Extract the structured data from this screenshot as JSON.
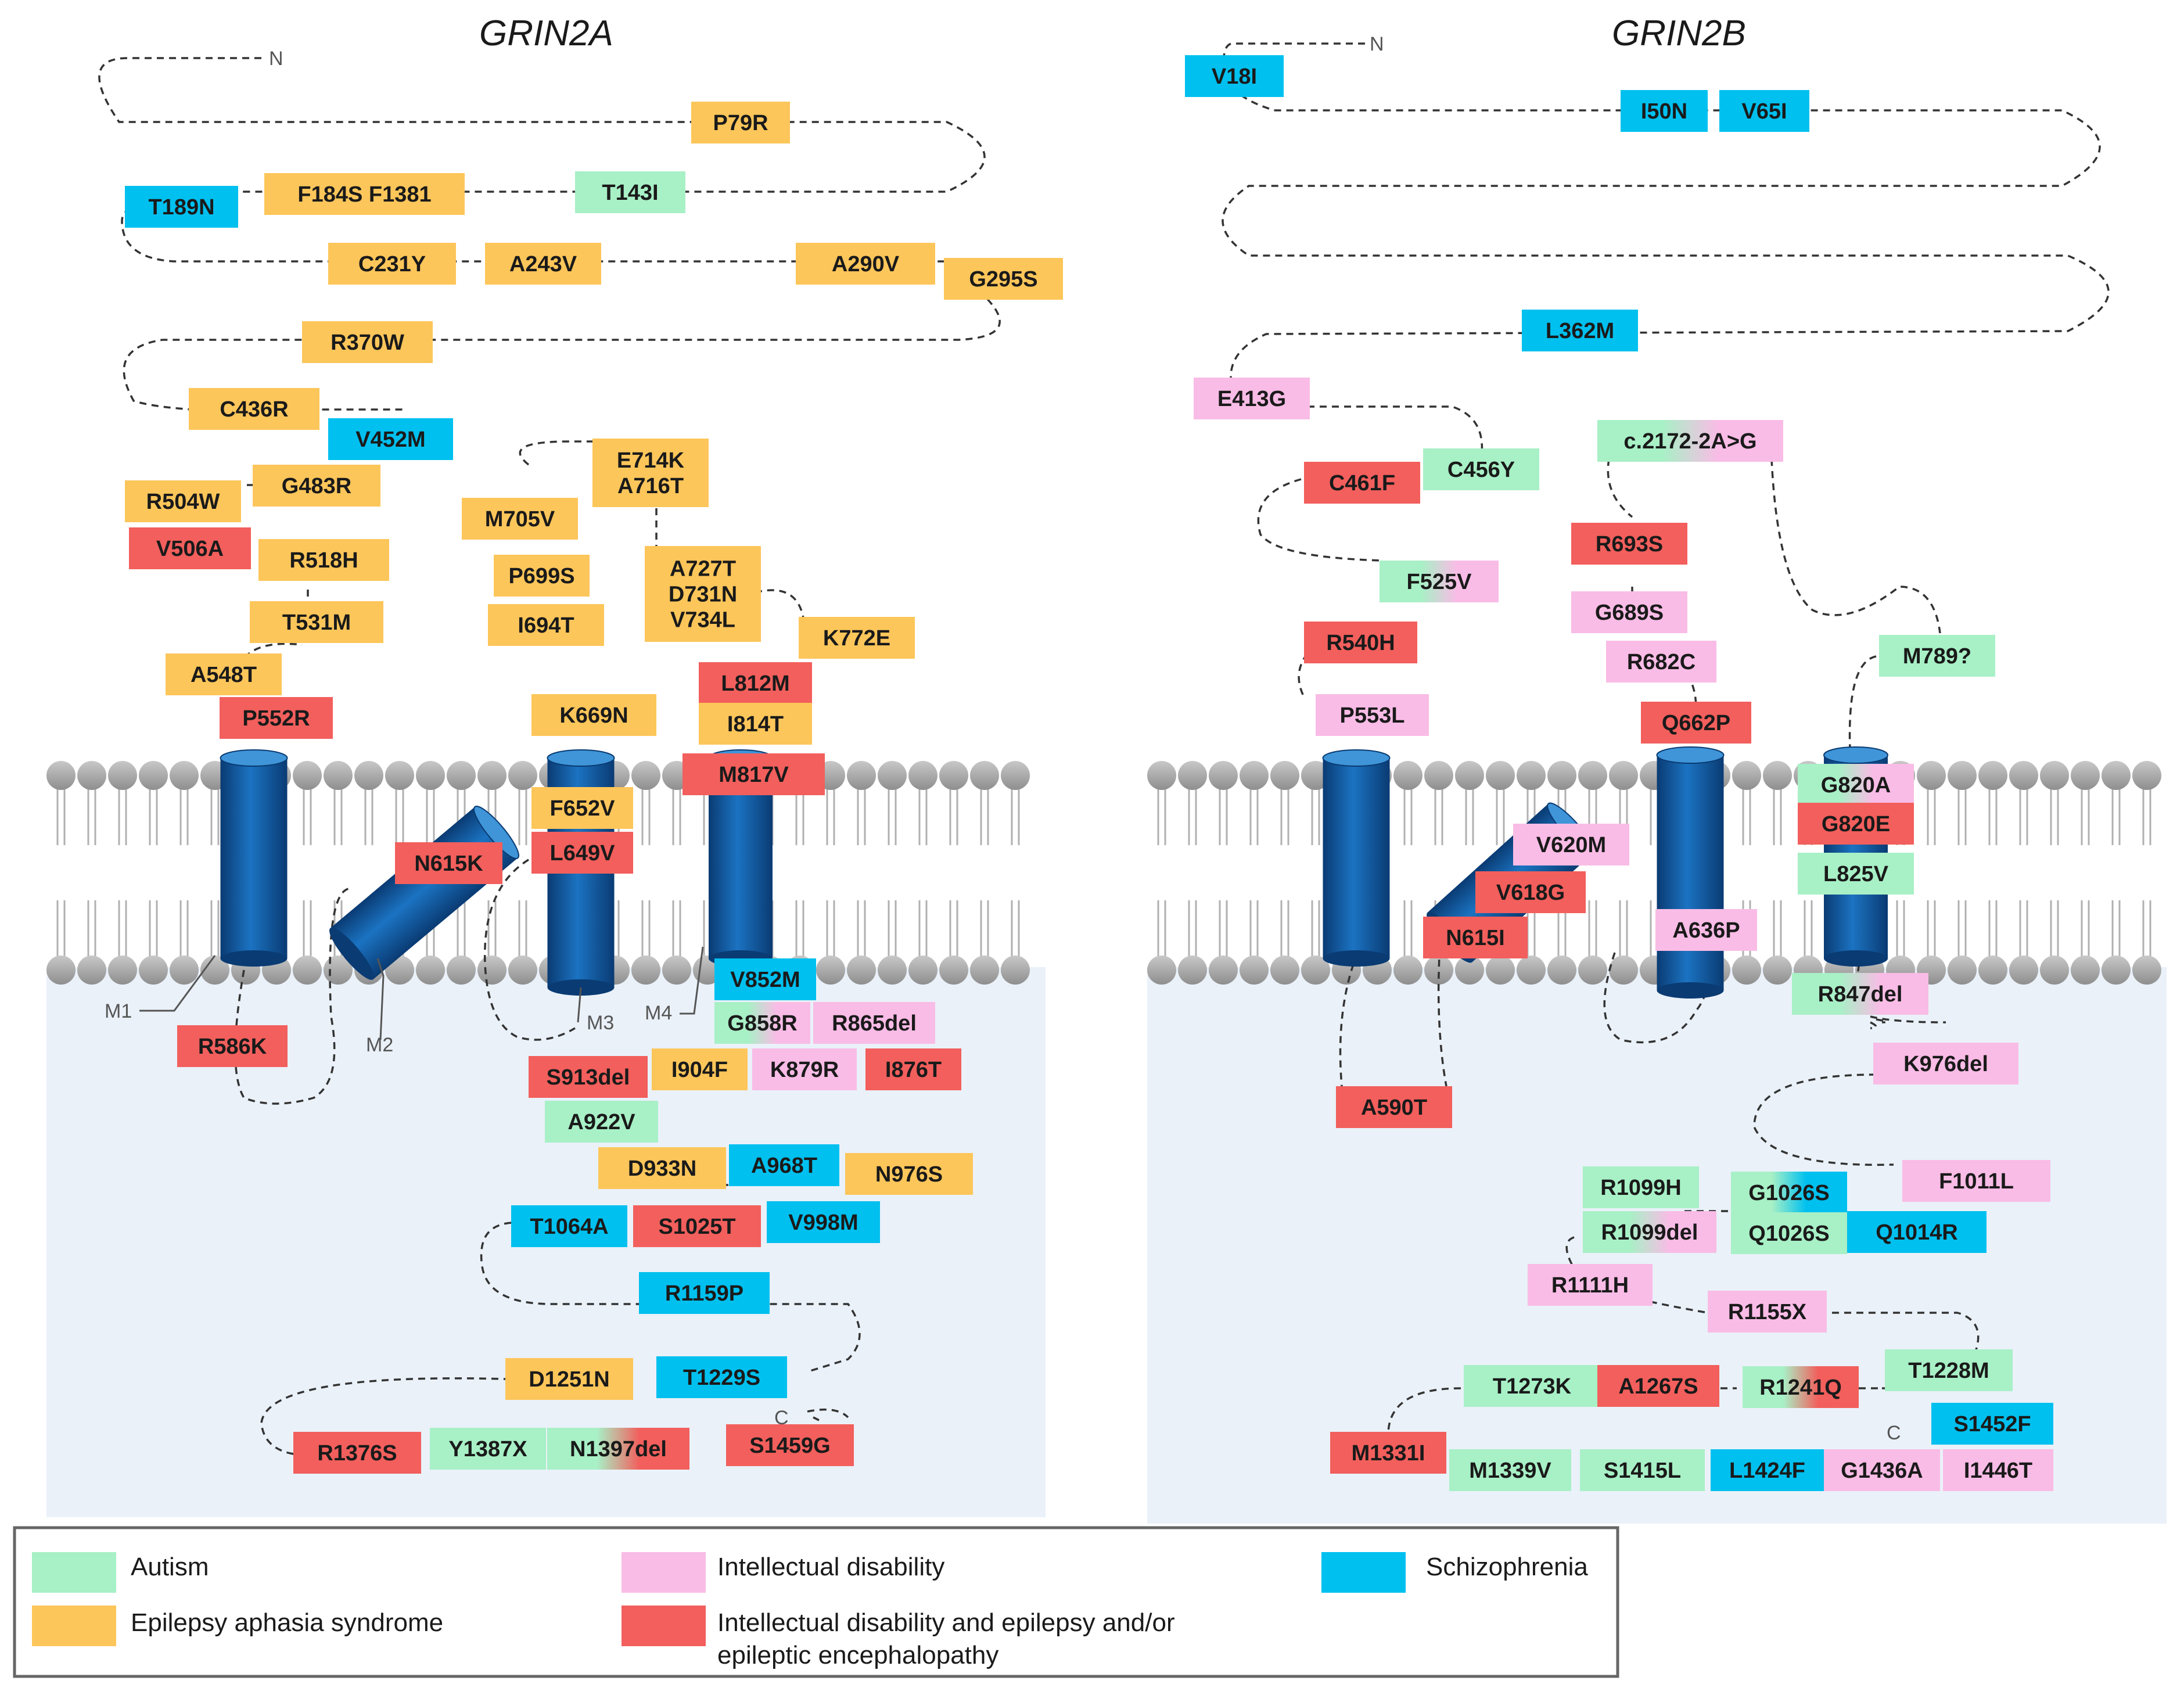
{
  "colors": {
    "autism": "#a8f0c6",
    "epilepsy_aphasia": "#fdc65a",
    "intellectual_disability": "#f9bce6",
    "id_epilepsy": "#f25f5c",
    "schizophrenia": "#00c0ef"
  },
  "panels": {
    "left": {
      "title": "GRIN2A",
      "n_label": "N",
      "c_label": "C",
      "helix_labels": [
        "M1",
        "M2",
        "M3",
        "M4"
      ]
    },
    "right": {
      "title": "GRIN2B",
      "n_label": "N",
      "c_label": "C"
    }
  },
  "variants": [
    {
      "panel": "left",
      "text": "P79R",
      "cat": [
        "epilepsy_aphasia"
      ]
    },
    {
      "panel": "left",
      "text": "T143I",
      "cat": [
        "autism"
      ]
    },
    {
      "panel": "left",
      "text": "F184S F1381",
      "cat": [
        "epilepsy_aphasia"
      ]
    },
    {
      "panel": "left",
      "text": "T189N",
      "cat": [
        "schizophrenia"
      ]
    },
    {
      "panel": "left",
      "text": "C231Y",
      "cat": [
        "epilepsy_aphasia"
      ]
    },
    {
      "panel": "left",
      "text": "A243V",
      "cat": [
        "epilepsy_aphasia"
      ]
    },
    {
      "panel": "left",
      "text": "A290V",
      "cat": [
        "epilepsy_aphasia"
      ]
    },
    {
      "panel": "left",
      "text": "G295S",
      "cat": [
        "epilepsy_aphasia"
      ]
    },
    {
      "panel": "left",
      "text": "R370W",
      "cat": [
        "epilepsy_aphasia"
      ]
    },
    {
      "panel": "left",
      "text": "C436R",
      "cat": [
        "epilepsy_aphasia"
      ]
    },
    {
      "panel": "left",
      "text": "V452M",
      "cat": [
        "schizophrenia"
      ]
    },
    {
      "panel": "left",
      "text": "G483R",
      "cat": [
        "epilepsy_aphasia"
      ]
    },
    {
      "panel": "left",
      "text": "R504W",
      "cat": [
        "epilepsy_aphasia"
      ]
    },
    {
      "panel": "left",
      "text": "V506A",
      "cat": [
        "id_epilepsy"
      ]
    },
    {
      "panel": "left",
      "text": "R518H",
      "cat": [
        "epilepsy_aphasia"
      ]
    },
    {
      "panel": "left",
      "text": "T531M",
      "cat": [
        "epilepsy_aphasia"
      ]
    },
    {
      "panel": "left",
      "text": "A548T",
      "cat": [
        "epilepsy_aphasia"
      ]
    },
    {
      "panel": "left",
      "text": "P552R",
      "cat": [
        "id_epilepsy"
      ]
    },
    {
      "panel": "left",
      "text": "E714K\nA716T",
      "cat": [
        "epilepsy_aphasia"
      ]
    },
    {
      "panel": "left",
      "text": "M705V",
      "cat": [
        "epilepsy_aphasia"
      ]
    },
    {
      "panel": "left",
      "text": "P699S",
      "cat": [
        "epilepsy_aphasia"
      ]
    },
    {
      "panel": "left",
      "text": "I694T",
      "cat": [
        "epilepsy_aphasia"
      ]
    },
    {
      "panel": "left",
      "text": "A727T\nD731N\nV734L",
      "cat": [
        "epilepsy_aphasia"
      ]
    },
    {
      "panel": "left",
      "text": "K772E",
      "cat": [
        "epilepsy_aphasia"
      ]
    },
    {
      "panel": "left",
      "text": "L812M",
      "cat": [
        "id_epilepsy"
      ]
    },
    {
      "panel": "left",
      "text": "I814T",
      "cat": [
        "epilepsy_aphasia"
      ]
    },
    {
      "panel": "left",
      "text": "K669N",
      "cat": [
        "epilepsy_aphasia"
      ]
    },
    {
      "panel": "left",
      "text": "M817V",
      "cat": [
        "id_epilepsy"
      ]
    },
    {
      "panel": "left",
      "text": "F652V",
      "cat": [
        "epilepsy_aphasia"
      ]
    },
    {
      "panel": "left",
      "text": "L649V",
      "cat": [
        "id_epilepsy"
      ]
    },
    {
      "panel": "left",
      "text": "N615K",
      "cat": [
        "id_epilepsy"
      ]
    },
    {
      "panel": "left",
      "text": "R586K",
      "cat": [
        "id_epilepsy"
      ]
    },
    {
      "panel": "left",
      "text": "V852M",
      "cat": [
        "schizophrenia"
      ]
    },
    {
      "panel": "left",
      "text": "G858R",
      "cat": [
        "autism",
        "intellectual_disability"
      ]
    },
    {
      "panel": "left",
      "text": "R865del",
      "cat": [
        "intellectual_disability"
      ]
    },
    {
      "panel": "left",
      "text": "S913del",
      "cat": [
        "id_epilepsy"
      ]
    },
    {
      "panel": "left",
      "text": "I904F",
      "cat": [
        "epilepsy_aphasia"
      ]
    },
    {
      "panel": "left",
      "text": "K879R",
      "cat": [
        "intellectual_disability"
      ]
    },
    {
      "panel": "left",
      "text": "I876T",
      "cat": [
        "id_epilepsy"
      ]
    },
    {
      "panel": "left",
      "text": "A922V",
      "cat": [
        "autism"
      ]
    },
    {
      "panel": "left",
      "text": "D933N",
      "cat": [
        "epilepsy_aphasia"
      ]
    },
    {
      "panel": "left",
      "text": "A968T",
      "cat": [
        "schizophrenia"
      ]
    },
    {
      "panel": "left",
      "text": "N976S",
      "cat": [
        "epilepsy_aphasia"
      ]
    },
    {
      "panel": "left",
      "text": "T1064A",
      "cat": [
        "schizophrenia"
      ]
    },
    {
      "panel": "left",
      "text": "S1025T",
      "cat": [
        "id_epilepsy"
      ]
    },
    {
      "panel": "left",
      "text": "V998M",
      "cat": [
        "schizophrenia"
      ]
    },
    {
      "panel": "left",
      "text": "R1159P",
      "cat": [
        "schizophrenia"
      ]
    },
    {
      "panel": "left",
      "text": "D1251N",
      "cat": [
        "epilepsy_aphasia"
      ]
    },
    {
      "panel": "left",
      "text": "T1229S",
      "cat": [
        "schizophrenia"
      ]
    },
    {
      "panel": "left",
      "text": "R1376S",
      "cat": [
        "id_epilepsy"
      ]
    },
    {
      "panel": "left",
      "text": "Y1387X",
      "cat": [
        "autism"
      ]
    },
    {
      "panel": "left",
      "text": "N1397del",
      "cat": [
        "autism",
        "id_epilepsy"
      ]
    },
    {
      "panel": "left",
      "text": "S1459G",
      "cat": [
        "id_epilepsy"
      ]
    },
    {
      "panel": "right",
      "text": "V18I",
      "cat": [
        "schizophrenia"
      ]
    },
    {
      "panel": "right",
      "text": "I50N",
      "cat": [
        "schizophrenia"
      ]
    },
    {
      "panel": "right",
      "text": "V65I",
      "cat": [
        "schizophrenia"
      ]
    },
    {
      "panel": "right",
      "text": "L362M",
      "cat": [
        "schizophrenia"
      ]
    },
    {
      "panel": "right",
      "text": "E413G",
      "cat": [
        "intellectual_disability"
      ]
    },
    {
      "panel": "right",
      "text": "C461F",
      "cat": [
        "id_epilepsy"
      ]
    },
    {
      "panel": "right",
      "text": "C456Y",
      "cat": [
        "autism"
      ]
    },
    {
      "panel": "right",
      "text": "F525V",
      "cat": [
        "autism",
        "intellectual_disability"
      ]
    },
    {
      "panel": "right",
      "text": "R540H",
      "cat": [
        "id_epilepsy"
      ]
    },
    {
      "panel": "right",
      "text": "P553L",
      "cat": [
        "intellectual_disability"
      ]
    },
    {
      "panel": "right",
      "text": "c.2172-2A>G",
      "cat": [
        "autism",
        "intellectual_disability"
      ]
    },
    {
      "panel": "right",
      "text": "R693S",
      "cat": [
        "id_epilepsy"
      ]
    },
    {
      "panel": "right",
      "text": "G689S",
      "cat": [
        "intellectual_disability"
      ]
    },
    {
      "panel": "right",
      "text": "R682C",
      "cat": [
        "intellectual_disability"
      ]
    },
    {
      "panel": "right",
      "text": "Q662P",
      "cat": [
        "id_epilepsy"
      ]
    },
    {
      "panel": "right",
      "text": "M789?",
      "cat": [
        "autism"
      ]
    },
    {
      "panel": "right",
      "text": "G820A",
      "cat": [
        "autism",
        "intellectual_disability"
      ]
    },
    {
      "panel": "right",
      "text": "G820E",
      "cat": [
        "id_epilepsy"
      ]
    },
    {
      "panel": "right",
      "text": "L825V",
      "cat": [
        "autism"
      ]
    },
    {
      "panel": "right",
      "text": "V620M",
      "cat": [
        "intellectual_disability"
      ]
    },
    {
      "panel": "right",
      "text": "V618G",
      "cat": [
        "id_epilepsy"
      ]
    },
    {
      "panel": "right",
      "text": "N615I",
      "cat": [
        "id_epilepsy"
      ]
    },
    {
      "panel": "right",
      "text": "A636P",
      "cat": [
        "intellectual_disability"
      ]
    },
    {
      "panel": "right",
      "text": "R847del",
      "cat": [
        "autism",
        "intellectual_disability"
      ]
    },
    {
      "panel": "right",
      "text": "A590T",
      "cat": [
        "id_epilepsy"
      ]
    },
    {
      "panel": "right",
      "text": "K976del",
      "cat": [
        "intellectual_disability"
      ]
    },
    {
      "panel": "right",
      "text": "F1011L",
      "cat": [
        "intellectual_disability"
      ]
    },
    {
      "panel": "right",
      "text": "R1099H",
      "cat": [
        "autism"
      ]
    },
    {
      "panel": "right",
      "text": "G1026S",
      "cat": [
        "autism",
        "schizophrenia"
      ]
    },
    {
      "panel": "right",
      "text": "R1099del",
      "cat": [
        "autism",
        "intellectual_disability"
      ]
    },
    {
      "panel": "right",
      "text": "Q1026S",
      "cat": [
        "autism"
      ]
    },
    {
      "panel": "right",
      "text": "Q1014R",
      "cat": [
        "schizophrenia"
      ]
    },
    {
      "panel": "right",
      "text": "R1111H",
      "cat": [
        "intellectual_disability"
      ]
    },
    {
      "panel": "right",
      "text": "R1155X",
      "cat": [
        "intellectual_disability"
      ]
    },
    {
      "panel": "right",
      "text": "T1228M",
      "cat": [
        "autism"
      ]
    },
    {
      "panel": "right",
      "text": "T1273K",
      "cat": [
        "autism"
      ]
    },
    {
      "panel": "right",
      "text": "A1267S",
      "cat": [
        "id_epilepsy"
      ]
    },
    {
      "panel": "right",
      "text": "R1241Q",
      "cat": [
        "autism",
        "id_epilepsy"
      ]
    },
    {
      "panel": "right",
      "text": "S1452F",
      "cat": [
        "schizophrenia"
      ]
    },
    {
      "panel": "right",
      "text": "M1331I",
      "cat": [
        "id_epilepsy"
      ]
    },
    {
      "panel": "right",
      "text": "M1339V",
      "cat": [
        "autism"
      ]
    },
    {
      "panel": "right",
      "text": "S1415L",
      "cat": [
        "autism"
      ]
    },
    {
      "panel": "right",
      "text": "L1424F",
      "cat": [
        "schizophrenia"
      ]
    },
    {
      "panel": "right",
      "text": "G1436A",
      "cat": [
        "intellectual_disability"
      ]
    },
    {
      "panel": "right",
      "text": "I1446T",
      "cat": [
        "intellectual_disability"
      ]
    }
  ],
  "legend": [
    {
      "key": "autism",
      "label": "Autism"
    },
    {
      "key": "epilepsy_aphasia",
      "label": "Epilepsy aphasia syndrome"
    },
    {
      "key": "intellectual_disability",
      "label": "Intellectual disability"
    },
    {
      "key": "id_epilepsy",
      "label": "Intellectual disability and epilepsy and/or\nepileptic encephalopathy"
    },
    {
      "key": "schizophrenia",
      "label": "Schizophrenia"
    }
  ]
}
